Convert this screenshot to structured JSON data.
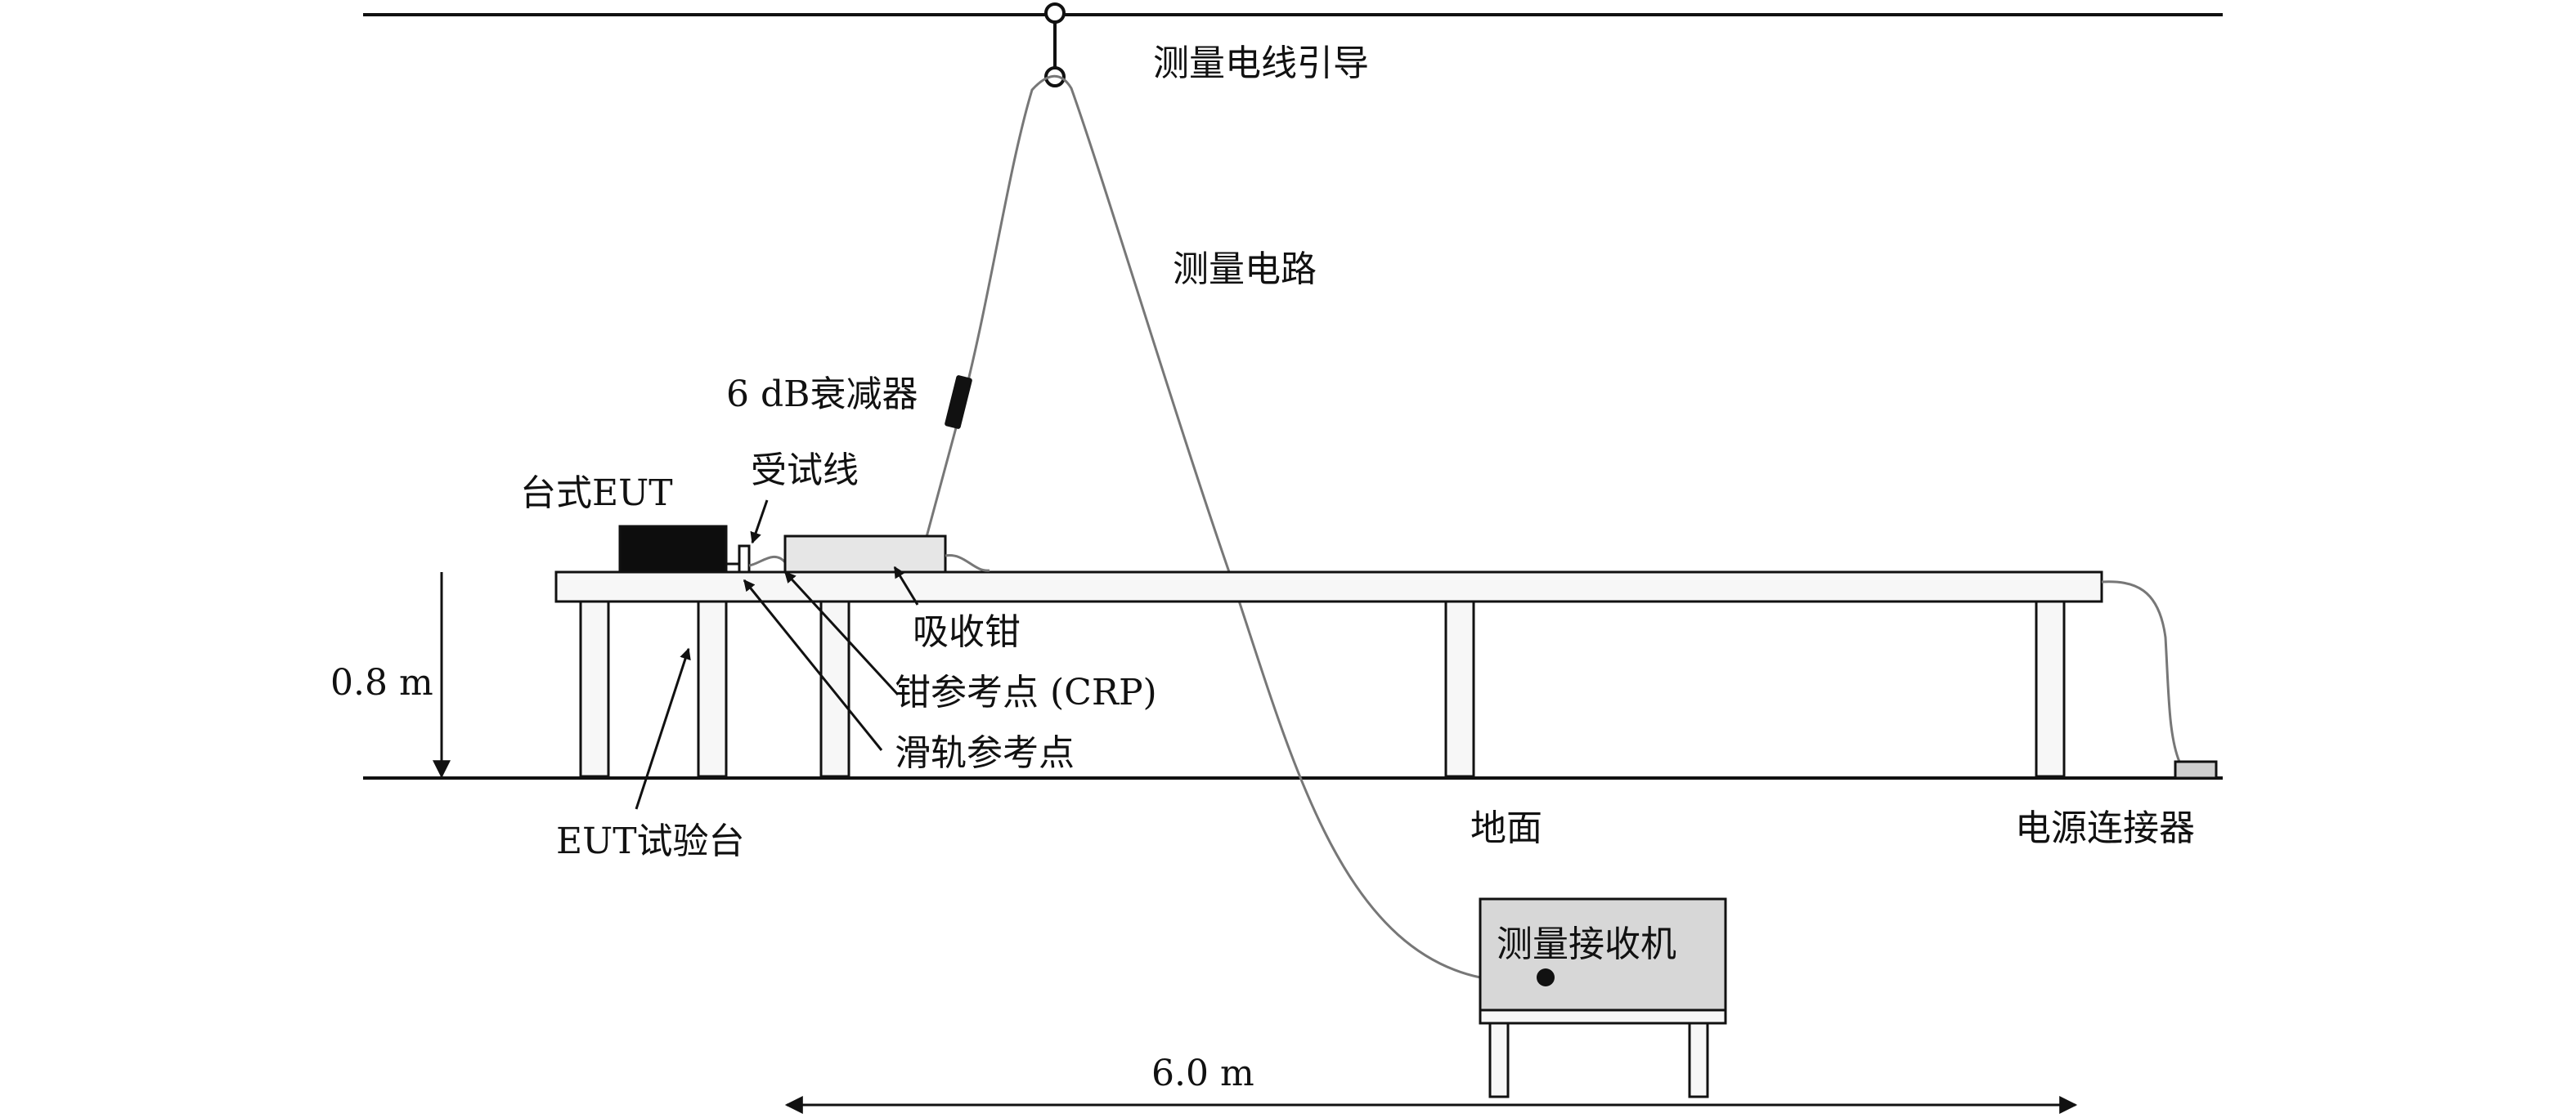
{
  "labels": {
    "wire_guide": "测量电线引导",
    "measurement_circuit": "测量电路",
    "attenuator": "6 dB衰减器",
    "tabletop_eut": "台式EUT",
    "cable_under_test": "受试线",
    "absorbing_clamp": "吸收钳",
    "clamp_reference_point": "钳参考点 (CRP)",
    "slide_reference_point": "滑轨参考点",
    "eut_test_table": "EUT试验台",
    "ground": "地面",
    "power_connector": "电源连接器",
    "measuring_receiver": "测量接收机",
    "height": "0.8 m",
    "length": "6.0 m"
  },
  "colors": {
    "line": "#111111",
    "table_fill": "#f7f7f7",
    "clamp_fill": "#e6e6e6",
    "receiver_fill": "#d7d7d7",
    "eut_fill": "#0d0d0d",
    "cable": "#777777"
  }
}
